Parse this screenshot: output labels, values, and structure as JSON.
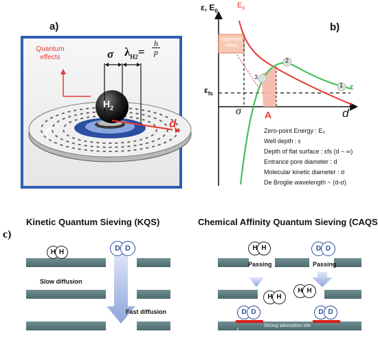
{
  "panel_a": {
    "label": "a)",
    "quantum_effects": "Quantum effects",
    "sigma": "σ",
    "lambda": "λ",
    "lambda_sub": "H2",
    "h_over_p_num": "h",
    "h_over_p_den": "p",
    "molecule": "H",
    "molecule_sub": "2",
    "d": "d"
  },
  "panel_b": {
    "label": "b)",
    "y_axis": "ε, E",
    "y_axis_sub": "0",
    "e0_label": "E",
    "e0_sub": "0",
    "quantum_effect": "Quantum effect",
    "eps_fs": "ε",
    "eps_fs_sub": "fs",
    "sigma": "σ",
    "A": "A",
    "x_axis": "d",
    "point_1": "1",
    "point_2": "2",
    "point_3": "3",
    "eps_curve": "ε",
    "legend": [
      "Zero-point Energy : E₀",
      "Well depth : ε",
      "Depth of flat surface : εfs (d ~ ∞)",
      "Entrance pore diameter : d",
      "Molecular kinetic diameter : σ",
      "De Broglie wavelength ~ (d-σ)"
    ]
  },
  "panel_c": {
    "label": "c)",
    "kqs_title": "Kinetic Quantum Sieving (KQS)",
    "caqs_title": "Chemical Affinity Quantum Sieving (CAQS)",
    "H": "H",
    "D": "D",
    "slow_diffusion": "Slow diffusion",
    "fast_diffusion": "Fast diffusion",
    "passing": "Passing",
    "strong_site": "Strong adsorption site"
  },
  "colors": {
    "blue_frame": "#2f5fb3",
    "red_curve": "#e53935",
    "green_curve": "#43c05a",
    "bar_teal": "#5f7f83",
    "h_color": "#222222",
    "d_color": "#2b4fa0",
    "site_red": "#e21b1b",
    "arrow_blue": "#8ea5dc"
  }
}
